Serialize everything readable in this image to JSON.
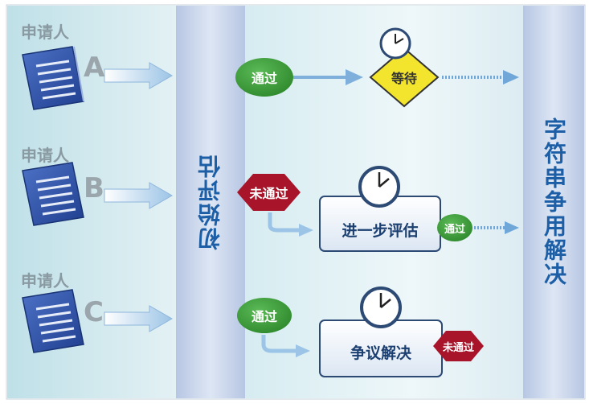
{
  "colors": {
    "lane_bg": "#d2e8ee",
    "band_bg": "#c9d8ec",
    "pass_green": "#3f9b3b",
    "fail_red": "#a8152b",
    "wait_yellow": "#f3e52d",
    "arrow_blue": "#6fa7d8",
    "title_blue": "#1d5fa6"
  },
  "applicants": [
    {
      "label": "申请人",
      "letter": "A"
    },
    {
      "label": "申请人",
      "letter": "B"
    },
    {
      "label": "申请人",
      "letter": "C"
    }
  ],
  "stages": {
    "initial_review": "初始评估",
    "final": "字符串争用解决"
  },
  "flows": {
    "a_pass": "通过",
    "a_wait": "等待",
    "b_fail": "未通过",
    "b_box": "进一步评估",
    "b_pass": "通过",
    "c_pass": "通过",
    "c_box": "争议解决",
    "c_fail": "未通过"
  },
  "icons": [
    "document-icon",
    "clock-icon",
    "arrow-icon",
    "hexagon-icon",
    "diamond-icon"
  ]
}
